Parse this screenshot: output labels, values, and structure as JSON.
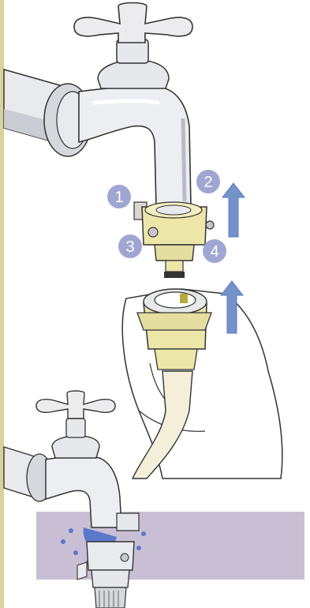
{
  "figure": {
    "steps": [
      {
        "label": "1",
        "color": "#9fa6d2"
      },
      {
        "label": "2",
        "color": "#9fa6d2"
      },
      {
        "label": "3",
        "color": "#9fa6d2"
      },
      {
        "label": "4",
        "color": "#9fa6d2"
      }
    ],
    "arrows": [
      {
        "icon": "up-arrow-icon",
        "color": "#7392c8"
      },
      {
        "icon": "up-arrow-icon",
        "color": "#7392c8"
      }
    ],
    "colors": {
      "metal": "#e9eaee",
      "metal_shadow": "#b9bcc5",
      "brass": "#ece7a9",
      "brass_dark": "#cfc77a",
      "hose": "#f3efd9",
      "highlight_box": "#c9bfd5",
      "water": "#5a79c9"
    }
  }
}
